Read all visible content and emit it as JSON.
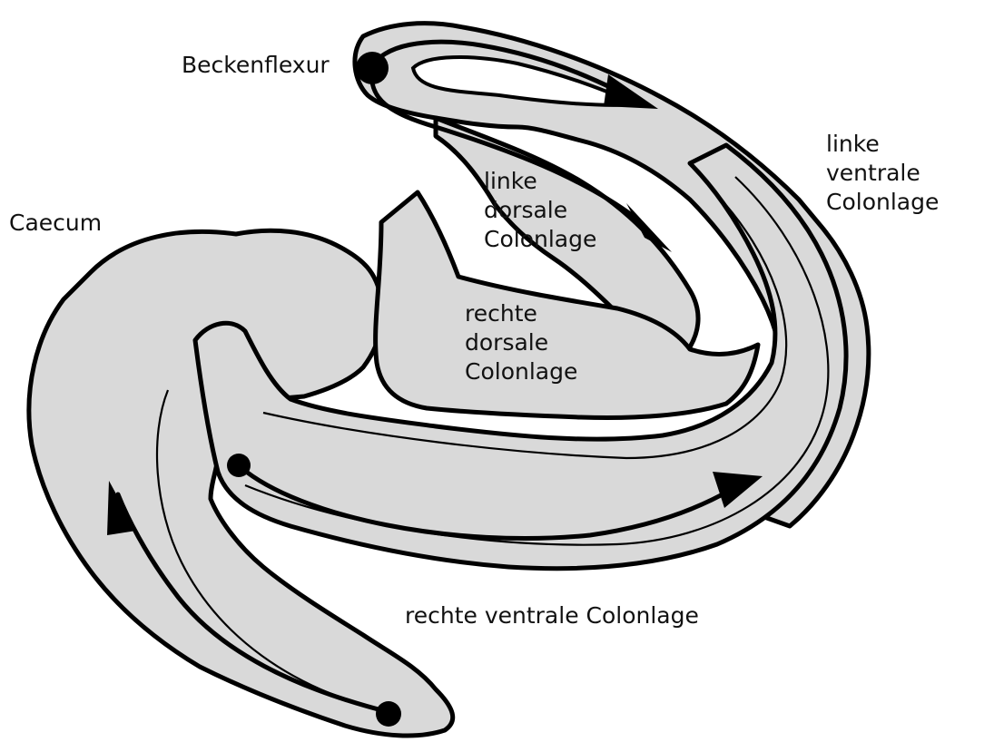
{
  "labels": {
    "beckenflexur": "Beckenflexur",
    "caecum": "Caecum",
    "linke_dorsale": "linke\ndorsale\nColonlage",
    "rechte_dorsale": "rechte\ndorsale\nColonlage",
    "linke_ventrale": "linke\nventrale\nColonlage",
    "rechte_ventrale": "rechte ventrale Colonlage"
  },
  "colors": {
    "organ_fill": "#d9d9d9",
    "outline": "#000000",
    "background": "#ffffff"
  }
}
